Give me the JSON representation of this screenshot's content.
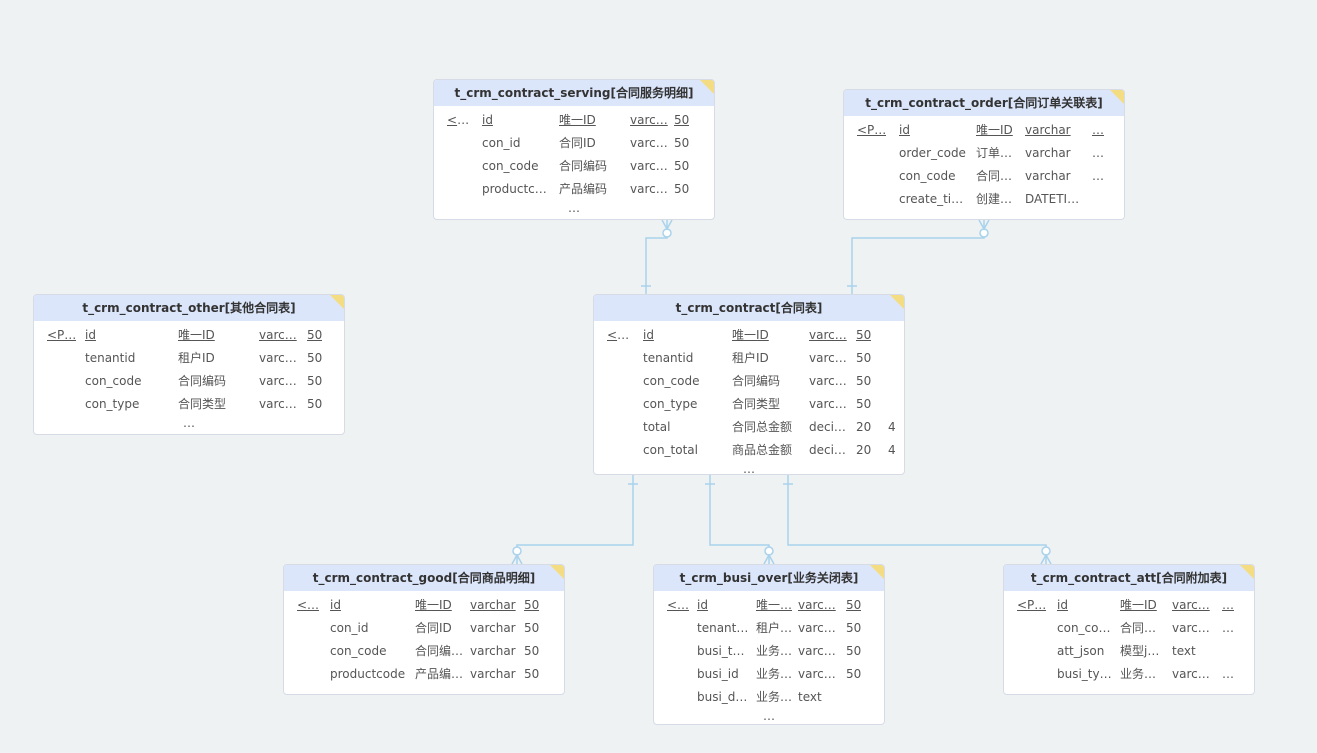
{
  "tables": [
    {
      "id": "serving",
      "title": "t_crm_contract_serving[合同服务明细]",
      "rows": [
        {
          "key": "<P…",
          "name": "id",
          "comment": "唯一ID",
          "type": "varc…",
          "len": "50",
          "scale": "",
          "pk": true
        },
        {
          "key": "",
          "name": "con_id",
          "comment": "合同ID",
          "type": "varc…",
          "len": "50",
          "scale": "",
          "pk": false
        },
        {
          "key": "",
          "name": "con_code",
          "comment": "合同编码",
          "type": "varc…",
          "len": "50",
          "scale": "",
          "pk": false
        },
        {
          "key": "",
          "name": "productc…",
          "comment": "产品编码",
          "type": "varc…",
          "len": "50",
          "scale": "",
          "pk": false
        }
      ],
      "more": "…"
    },
    {
      "id": "order",
      "title": "t_crm_contract_order[合同订单关联表]",
      "rows": [
        {
          "key": "<P…",
          "name": "id",
          "comment": "唯一ID",
          "type": "varchar",
          "len": "…",
          "scale": "",
          "pk": true
        },
        {
          "key": "",
          "name": "order_code",
          "comment": "订单…",
          "type": "varchar",
          "len": "…",
          "scale": "",
          "pk": false
        },
        {
          "key": "",
          "name": "con_code",
          "comment": "合同…",
          "type": "varchar",
          "len": "…",
          "scale": "",
          "pk": false
        },
        {
          "key": "",
          "name": "create_ti…",
          "comment": "创建…",
          "type": "DATETI…",
          "len": "",
          "scale": "",
          "pk": false
        }
      ],
      "more": ""
    },
    {
      "id": "other",
      "title": "t_crm_contract_other[其他合同表]",
      "rows": [
        {
          "key": "<P…",
          "name": "id",
          "comment": "唯一ID",
          "type": "varc…",
          "len": "50",
          "scale": "",
          "pk": true
        },
        {
          "key": "",
          "name": "tenantid",
          "comment": "租户ID",
          "type": "varc…",
          "len": "50",
          "scale": "",
          "pk": false
        },
        {
          "key": "",
          "name": "con_code",
          "comment": "合同编码",
          "type": "varc…",
          "len": "50",
          "scale": "",
          "pk": false
        },
        {
          "key": "",
          "name": "con_type",
          "comment": "合同类型",
          "type": "varc…",
          "len": "50",
          "scale": "",
          "pk": false
        }
      ],
      "more": "…"
    },
    {
      "id": "contract",
      "title": "t_crm_contract[合同表]",
      "rows": [
        {
          "key": "<P…",
          "name": "id",
          "comment": "唯一ID",
          "type": "varc…",
          "len": "50",
          "scale": "",
          "pk": true
        },
        {
          "key": "",
          "name": "tenantid",
          "comment": "租户ID",
          "type": "varc…",
          "len": "50",
          "scale": "",
          "pk": false
        },
        {
          "key": "",
          "name": "con_code",
          "comment": "合同编码",
          "type": "varc…",
          "len": "50",
          "scale": "",
          "pk": false
        },
        {
          "key": "",
          "name": "con_type",
          "comment": "合同类型",
          "type": "varc…",
          "len": "50",
          "scale": "",
          "pk": false
        },
        {
          "key": "",
          "name": "total",
          "comment": "合同总金额",
          "type": "deci…",
          "len": "20",
          "scale": "4",
          "pk": false
        },
        {
          "key": "",
          "name": "con_total",
          "comment": "商品总金额",
          "type": "deci…",
          "len": "20",
          "scale": "4",
          "pk": false
        }
      ],
      "more": "…"
    },
    {
      "id": "good",
      "title": "t_crm_contract_good[合同商品明细]",
      "rows": [
        {
          "key": "<…",
          "name": "id",
          "comment": "唯一ID",
          "type": "varchar",
          "len": "50",
          "scale": "",
          "pk": true
        },
        {
          "key": "",
          "name": "con_id",
          "comment": "合同ID",
          "type": "varchar",
          "len": "50",
          "scale": "",
          "pk": false
        },
        {
          "key": "",
          "name": "con_code",
          "comment": "合同编…",
          "type": "varchar",
          "len": "50",
          "scale": "",
          "pk": false
        },
        {
          "key": "",
          "name": "productcode",
          "comment": "产品编…",
          "type": "varchar",
          "len": "50",
          "scale": "",
          "pk": false
        }
      ],
      "more": "…"
    },
    {
      "id": "busi",
      "title": "t_crm_busi_over[业务关闭表]",
      "rows": [
        {
          "key": "<…",
          "name": "id",
          "comment": "唯一…",
          "type": "varc…",
          "len": "50",
          "scale": "",
          "pk": true
        },
        {
          "key": "",
          "name": "tenant…",
          "comment": "租户…",
          "type": "varc…",
          "len": "50",
          "scale": "",
          "pk": false
        },
        {
          "key": "",
          "name": "busi_t…",
          "comment": "业务…",
          "type": "varc…",
          "len": "50",
          "scale": "",
          "pk": false
        },
        {
          "key": "",
          "name": "busi_id",
          "comment": "业务…",
          "type": "varc…",
          "len": "50",
          "scale": "",
          "pk": false
        },
        {
          "key": "",
          "name": "busi_d…",
          "comment": "业务…",
          "type": "text",
          "len": "",
          "scale": "",
          "pk": false
        }
      ],
      "more": "…"
    },
    {
      "id": "att",
      "title": "t_crm_contract_att[合同附加表]",
      "rows": [
        {
          "key": "<P…",
          "name": "id",
          "comment": "唯一ID",
          "type": "varc…",
          "len": "…",
          "scale": "",
          "pk": true
        },
        {
          "key": "",
          "name": "con_co…",
          "comment": "合同…",
          "type": "varc…",
          "len": "…",
          "scale": "",
          "pk": false
        },
        {
          "key": "",
          "name": "att_json",
          "comment": "模型j…",
          "type": "text",
          "len": "",
          "scale": "",
          "pk": false
        },
        {
          "key": "",
          "name": "busi_ty…",
          "comment": "业务…",
          "type": "varc…",
          "len": "…",
          "scale": "",
          "pk": false
        }
      ],
      "more": ""
    }
  ],
  "relations": [
    {
      "from": "contract",
      "to": "serving"
    },
    {
      "from": "contract",
      "to": "order"
    },
    {
      "from": "contract",
      "to": "good"
    },
    {
      "from": "contract",
      "to": "busi"
    },
    {
      "from": "contract",
      "to": "att"
    }
  ],
  "colors": {
    "background": "#eff2f3",
    "header": "#dce6fb",
    "corner": "#f4dc83",
    "link": "#a9d2ec"
  }
}
